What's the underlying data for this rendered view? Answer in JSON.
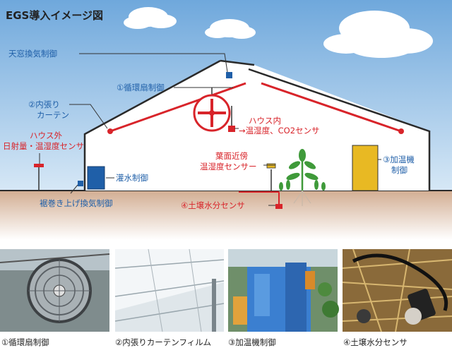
{
  "title": "EGS導入イメージ図",
  "labels": {
    "tenmado": "天窓換気制御",
    "fan": "①循環扇制御",
    "curtain_line1": "②内張り",
    "curtain_line2": "カーテン",
    "outside_line1": "ハウス外",
    "outside_line2": "日射量・温湿度センサ",
    "inside_line1": "ハウス内",
    "inside_line2": "→温湿度、CO2センサ",
    "leaf_line1": "葉面近傍",
    "leaf_line2": "温湿度センサー",
    "heater_line1": "③加温機",
    "heater_line2": "制御",
    "irrigation": "灌水制御",
    "skirt": "裾巻き上げ換気制御",
    "soil": "④土壌水分センサ"
  },
  "photos": [
    {
      "caption": "①循環扇制御"
    },
    {
      "caption": "②内張りカーテンフィルム"
    },
    {
      "caption": "③加温機制御"
    },
    {
      "caption": "④土壌水分センサ"
    }
  ],
  "colors": {
    "blue": "#1f5fa8",
    "red": "#d8242a",
    "sky": "#9cc3e6",
    "ground": "#c9a48a",
    "heater": "#e8b923"
  }
}
